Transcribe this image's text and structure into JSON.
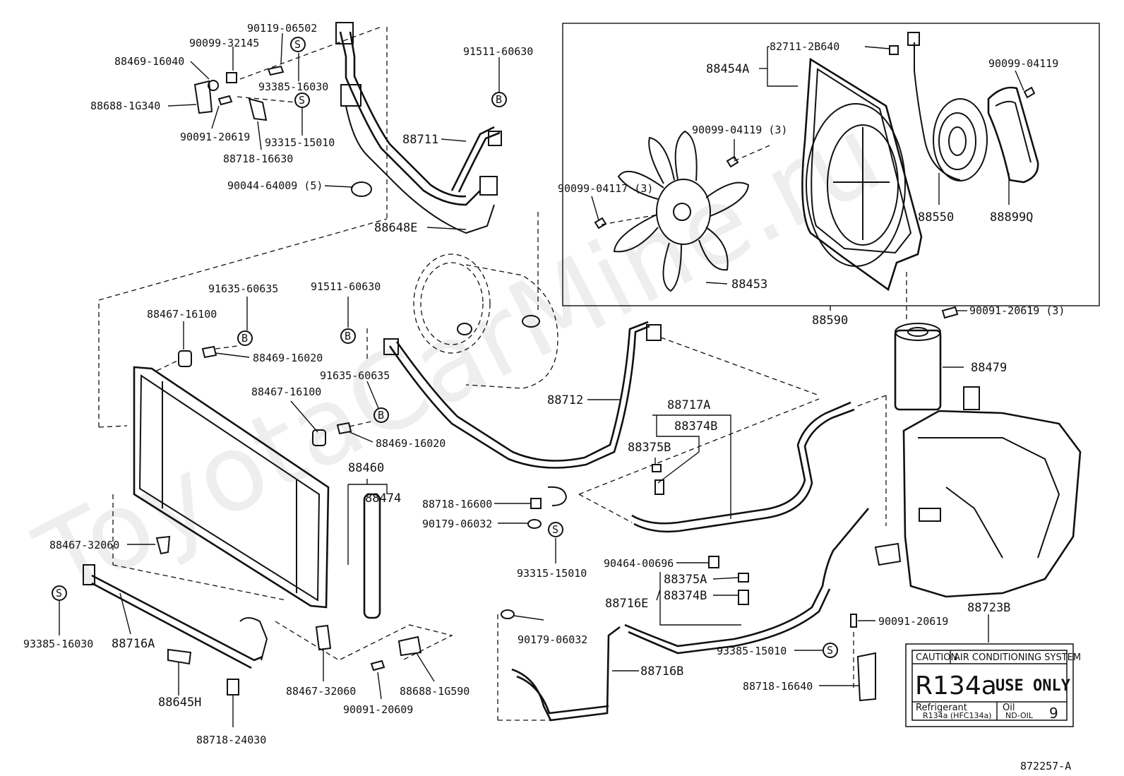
{
  "watermark": "ToyotaCarMine.ru",
  "frame_number": "88590",
  "figure_number": "872257-A",
  "part_labels": {
    "p90119_06502": "90119-06502",
    "p90099_32145": "90099-32145",
    "p88469_16040": "88469-16040",
    "p88688_1G340": "88688-1G340",
    "p90091_20619_a": "90091-20619",
    "p93385_16030_a": "93385-16030",
    "p93315_15010_a": "93315-15010",
    "p88718_16630": "88718-16630",
    "p90044_64009": "90044-64009 (5)",
    "p91511_60630_a": "91511-60630",
    "p88711": "88711",
    "p88648E": "88648E",
    "p82711_2B640": "82711-2B640",
    "p88454A": "88454A",
    "p90099_04119_a": "90099-04119",
    "p90099_04119_3": "90099-04119 (3)",
    "p90099_04117_3": "90099-04117 (3)",
    "p88550": "88550",
    "p88899Q": "88899Q",
    "p88453": "88453",
    "p90091_20619_3": "90091-20619 (3)",
    "p91635_60635_a": "91635-60635",
    "p91511_60630_b": "91511-60630",
    "p88467_16100_a": "88467-16100",
    "p88469_16020_a": "88469-16020",
    "p91635_60635_b": "91635-60635",
    "p88467_16100_b": "88467-16100",
    "p88469_16020_b": "88469-16020",
    "p88712": "88712",
    "p88717A": "88717A",
    "p88374B_a": "88374B",
    "p88375B": "88375B",
    "p88479": "88479",
    "p88460": "88460",
    "p88474": "88474",
    "p88718_16600": "88718-16600",
    "p90179_06032_a": "90179-06032",
    "p93315_15010_b": "93315-15010",
    "p88467_32060_a": "88467-32060",
    "p90464_00696": "90464-00696",
    "p88375A": "88375A",
    "p88716E": "88716E",
    "p88374B_b": "88374B",
    "p93385_16030_b": "93385-16030",
    "p88716A": "88716A",
    "p90179_06032_b": "90179-06032",
    "p88716B": "88716B",
    "p88723B": "88723B",
    "p90091_20619_b": "90091-20619",
    "p93385_15010": "93385-15010",
    "p88718_16640": "88718-16640",
    "p88645H": "88645H",
    "p88467_32060_b": "88467-32060",
    "p88688_1G590": "88688-1G590",
    "p90091_20609": "90091-20609",
    "p88718_24030": "88718-24030"
  },
  "symbols": {
    "s": "S",
    "b": "B"
  },
  "caution_label": {
    "caution": "CAUTION",
    "system": "AIR CONDITIONING SYSTEM",
    "refrigerant_code": "R134a",
    "use_only": "USE ONLY",
    "refrigerant_word": "Refrigerant",
    "refrigerant_detail": "R134a (HFC134a)",
    "oil_word": "Oil",
    "oil_detail": "ND-OIL",
    "oil_number": "9"
  }
}
